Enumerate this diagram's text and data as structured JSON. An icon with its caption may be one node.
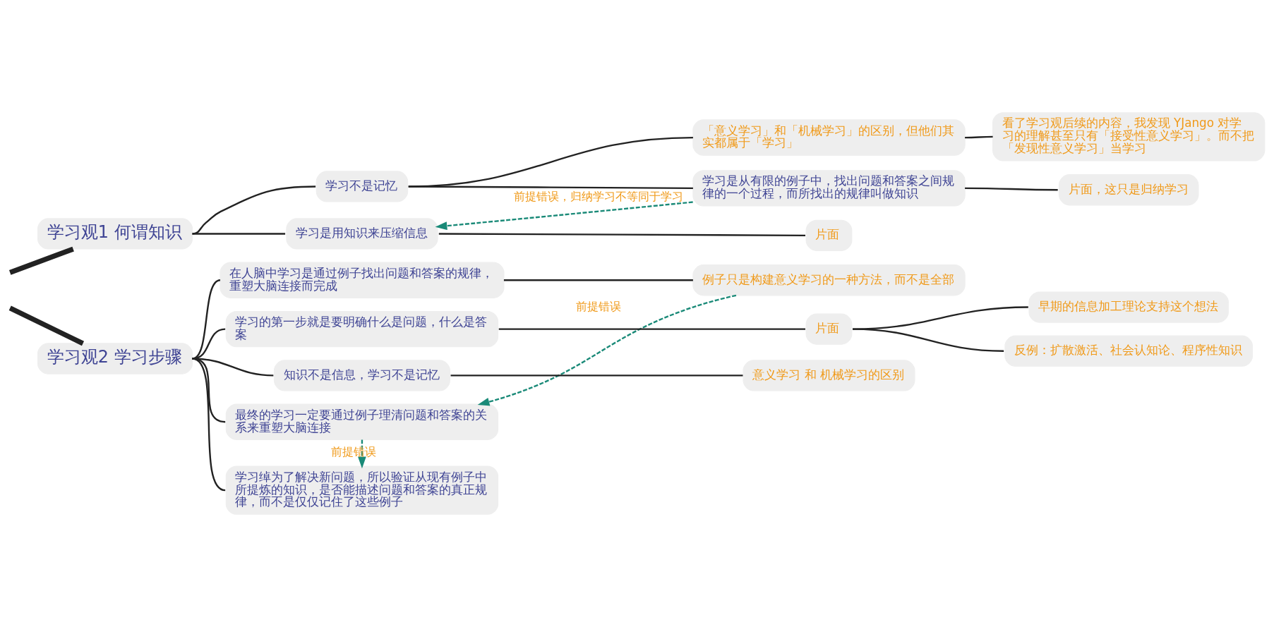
{
  "diagram": {
    "nodes": [
      {
        "text": [
          "学习观1 何谓知识"
        ]
      },
      {
        "text": [
          "学习不是记忆"
        ]
      },
      {
        "text": [
          "「意义学习」和「机械学习」的区别，但他们其实都属于「学习」"
        ]
      },
      {
        "text": [
          "看了学习观后续的内容，我发现 YJango 对学习的理解甚至只有「接受性意义学习」。而不把「发现性意义学习」当学习"
        ]
      },
      {
        "text": [
          "学习是从有限的例子中，找出问题和答案之间规律的一个过程，而所找出的规律叫做知识"
        ]
      },
      {
        "text": [
          "片面，这只是归纳学习"
        ]
      },
      {
        "text": [
          "学习是用知识来压缩信息"
        ]
      },
      {
        "text": [
          "片面"
        ]
      },
      {
        "text": [
          "学习观2 学习步骤"
        ]
      },
      {
        "text": [
          "在人脑中学习是通过例子找出问题和答案的规律，重塑大脑连接而完成"
        ]
      },
      {
        "text": [
          "例子只是构建意义学习的一种方法，而不是全部"
        ]
      },
      {
        "text": [
          "学习的第一步就是要明确什么是问题，什么是答案"
        ]
      },
      {
        "text": [
          "片面"
        ]
      },
      {
        "text": [
          "早期的信息加工理论支持这个想法"
        ]
      },
      {
        "text": [
          "反例：扩散激活、社会认知论、程序性知识"
        ]
      },
      {
        "text": [
          "知识不是信息，学习不是记忆"
        ]
      },
      {
        "text": [
          "意义学习 和 机械学习的区别"
        ]
      },
      {
        "text": [
          "最终的学习一定要通过例子理清问题和答案的关系来重塑大脑连接"
        ]
      },
      {
        "text": [
          "学习绰为了解决新问题，所以验证从现有例子中所提炼的知识，是否能描述问题和答案的真正规律，而不是仅仅记住了这些例子"
        ]
      }
    ],
    "edges": [
      {
        "from": null,
        "to": 0,
        "arrow": "none",
        "style": "thick"
      },
      {
        "from": 0,
        "to": 1,
        "arrow": "none"
      },
      {
        "from": 1,
        "to": 2,
        "arrow": "none"
      },
      {
        "from": 2,
        "to": 3,
        "arrow": "none"
      },
      {
        "from": 1,
        "to": 4,
        "arrow": "none"
      },
      {
        "from": 4,
        "to": 5,
        "arrow": "none"
      },
      {
        "from": 0,
        "to": 6,
        "arrow": "none"
      },
      {
        "from": 6,
        "to": 7,
        "arrow": "none"
      },
      {
        "from": null,
        "to": 8,
        "arrow": "none",
        "style": "thick"
      },
      {
        "from": 8,
        "to": 9,
        "arrow": "none"
      },
      {
        "from": 9,
        "to": 10,
        "arrow": "none"
      },
      {
        "from": 8,
        "to": 11,
        "arrow": "none"
      },
      {
        "from": 11,
        "to": 12,
        "arrow": "none"
      },
      {
        "from": 12,
        "to": 13,
        "arrow": "none"
      },
      {
        "from": 12,
        "to": 14,
        "arrow": "none"
      },
      {
        "from": 8,
        "to": 15,
        "arrow": "none"
      },
      {
        "from": 15,
        "to": 16,
        "arrow": "none"
      },
      {
        "from": 8,
        "to": 17,
        "arrow": "none"
      },
      {
        "from": 8,
        "to": 18,
        "arrow": "none"
      },
      {
        "from": 4,
        "to": 6,
        "arrow": "to",
        "label": "前提错误，归纳学习不等同于学习",
        "style": "dashed",
        "color": "#1a8a78"
      },
      {
        "from": 10,
        "to": 17,
        "arrow": "to",
        "label": "前提错误",
        "style": "dashed",
        "color": "#1a8a78"
      },
      {
        "from": 17,
        "to": 18,
        "arrow": "to",
        "label": "前提错误",
        "style": "dashed",
        "color": "#1a8a78"
      }
    ]
  }
}
